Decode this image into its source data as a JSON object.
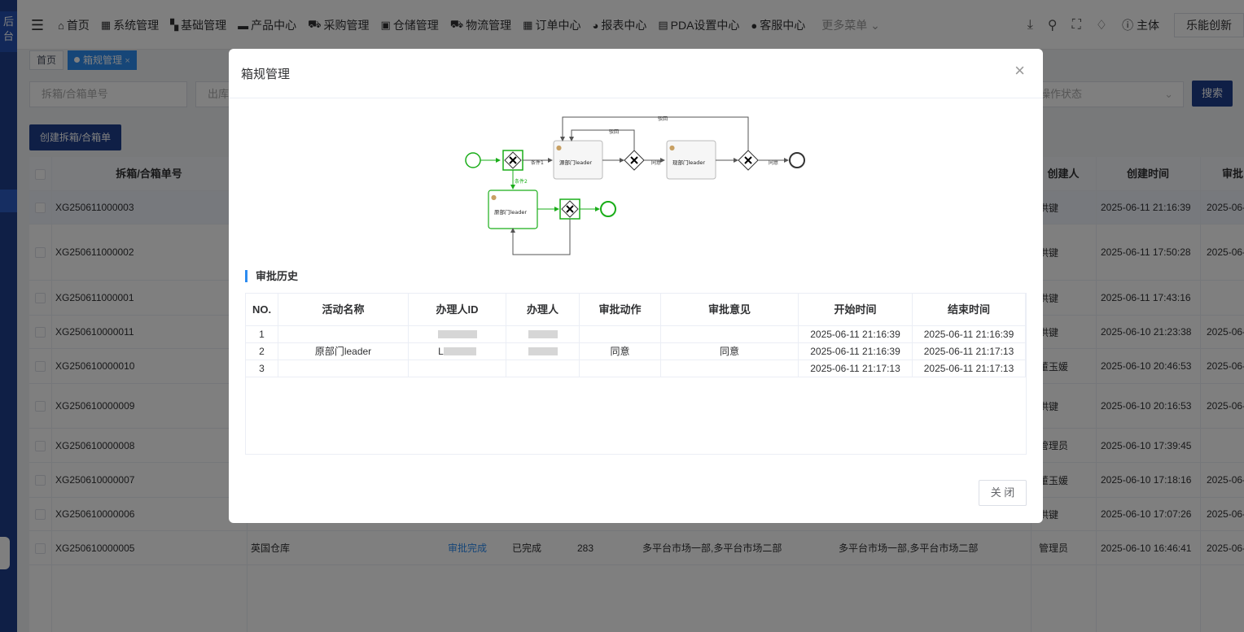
{
  "sidebar": {
    "brand": "后台",
    "brand_top": "后",
    "brand_bottom": "台"
  },
  "nav": {
    "items": [
      {
        "label": "首页",
        "icon": "home-icon",
        "glyph": "⌂"
      },
      {
        "label": "系统管理",
        "icon": "sitemap-icon",
        "glyph": "▦"
      },
      {
        "label": "基础管理",
        "icon": "grid-icon",
        "glyph": "▚"
      },
      {
        "label": "产品中心",
        "icon": "envelope-icon",
        "glyph": "▬"
      },
      {
        "label": "采购管理",
        "icon": "cart-icon",
        "glyph": "⛟"
      },
      {
        "label": "仓储管理",
        "icon": "lock-icon",
        "glyph": "▣"
      },
      {
        "label": "物流管理",
        "icon": "truck-icon",
        "glyph": "⛟"
      },
      {
        "label": "订单中心",
        "icon": "calendar-icon",
        "glyph": "▦"
      },
      {
        "label": "报表中心",
        "icon": "pie-chart-icon",
        "glyph": "◕"
      },
      {
        "label": "PDA设置中心",
        "icon": "calculator-icon",
        "glyph": "▤"
      },
      {
        "label": "客服中心",
        "icon": "user-icon",
        "glyph": "●"
      }
    ],
    "more": "更多菜单 ⌄",
    "entity": "主体",
    "company": "乐能创新"
  },
  "tabs": {
    "home": "首页",
    "active": "箱规管理",
    "active_close": "×"
  },
  "search": {
    "order_placeholder": "拆箱/合箱单号",
    "warehouse_placeholder": "出库",
    "status_placeholder": "操作状态",
    "button": "搜索"
  },
  "actions": {
    "create": "创建拆箱/合箱单"
  },
  "table": {
    "headers": {
      "order": "拆箱/合箱单号",
      "creator": "创建人",
      "created": "创建时间",
      "approved": "审批"
    },
    "rows": [
      {
        "order": "XG250611000003",
        "creator": "洪键",
        "created": "2025-06-11 21:16:39",
        "approved": "2025-06-"
      },
      {
        "order": "XG250611000002",
        "creator": "洪键",
        "created": "2025-06-11 17:50:28",
        "approved": "2025-06-"
      },
      {
        "order": "XG250611000001",
        "creator": "洪键",
        "created": "2025-06-11 17:43:16",
        "approved": ""
      },
      {
        "order": "XG250610000011",
        "creator": "洪键",
        "created": "2025-06-10 21:23:38",
        "approved": "2025-06-"
      },
      {
        "order": "XG250610000010",
        "creator": "董玉媛",
        "created": "2025-06-10 20:46:53",
        "approved": "2025-06-"
      },
      {
        "order": "XG250610000009",
        "creator": "洪键",
        "created": "2025-06-10 20:16:53",
        "approved": "2025-06-"
      },
      {
        "order": "XG250610000008",
        "creator": "管理员",
        "created": "2025-06-10 17:39:45",
        "approved": ""
      },
      {
        "order": "XG250610000007",
        "creator": "董玉媛",
        "created": "2025-06-10 17:18:16",
        "approved": "2025-06-"
      },
      {
        "order": "XG250610000006",
        "creator": "洪键",
        "created": "2025-06-10 17:07:26",
        "approved": "2025-06-"
      },
      {
        "order": "XG250610000005",
        "creator": "管理员",
        "created": "2025-06-10 16:46:41",
        "approved": "2025-06-",
        "warehouse": "英国仓库",
        "status_link": "审批完成",
        "state": "已完成",
        "qty": "283",
        "from": "多平台市场一部,多平台市场二部",
        "to": "多平台市场一部,多平台市场二部"
      }
    ]
  },
  "modal": {
    "title": "箱规管理",
    "close_icon": "×",
    "history_title": "审批历史",
    "close_button": "关 闭",
    "flow": {
      "task_top_left": "源部门leader",
      "task_top_right": "现部门leader",
      "task_bottom": "原部门leader",
      "label_cond1": "条件1",
      "label_cond2": "条件2",
      "label_reject": "驳回",
      "label_reject2": "驳回",
      "label_agree1": "同意",
      "label_agree2": "同意"
    },
    "history": {
      "headers": [
        "NO.",
        "活动名称",
        "办理人ID",
        "办理人",
        "审批动作",
        "审批意见",
        "开始时间",
        "结束时间"
      ],
      "rows": [
        {
          "no": "1",
          "activity": "",
          "uid": "",
          "user": "",
          "action": "",
          "opinion": "",
          "start": "2025-06-11 21:16:39",
          "end": "2025-06-11 21:16:39"
        },
        {
          "no": "2",
          "activity": "原部门leader",
          "uid": "L",
          "user": "",
          "action": "同意",
          "opinion": "同意",
          "start": "2025-06-11 21:16:39",
          "end": "2025-06-11 21:17:13"
        },
        {
          "no": "3",
          "activity": "",
          "uid": "",
          "user": "",
          "action": "",
          "opinion": "",
          "start": "2025-06-11 21:17:13",
          "end": "2025-06-11 21:17:13"
        }
      ]
    }
  },
  "colors": {
    "primary": "#1f3f8c",
    "accent": "#2d8cf0",
    "flow_active": "#1aad19"
  }
}
